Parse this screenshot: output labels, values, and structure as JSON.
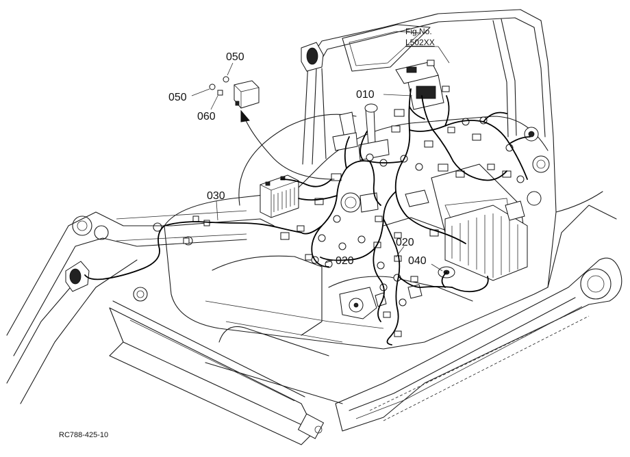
{
  "figure": {
    "fig_no_label": "Fig.No.",
    "fig_no_value": "L502XX",
    "drawing_code": "RC788-425-10"
  },
  "callouts": {
    "c050_top": "050",
    "c050_left": "050",
    "c060": "060",
    "c010": "010",
    "c030": "030",
    "c020_left": "020",
    "c020_right": "020",
    "c040": "040"
  }
}
